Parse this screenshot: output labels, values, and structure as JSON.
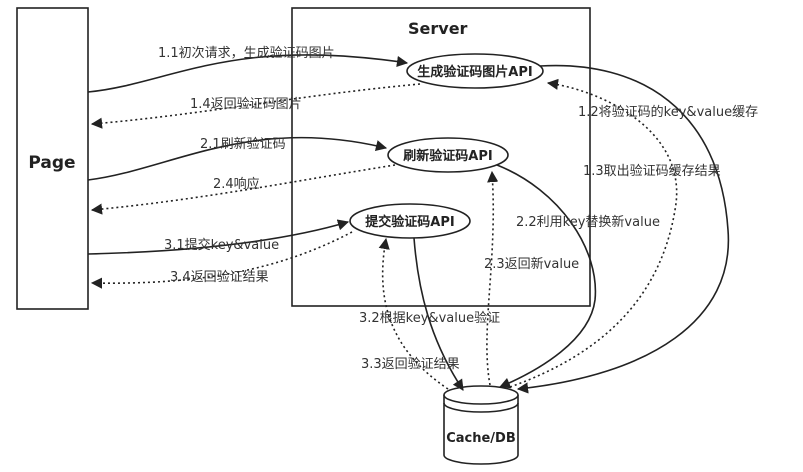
{
  "nodes": {
    "page": "Page",
    "server": "Server",
    "api_generate": "生成验证码图片API",
    "api_refresh": "刷新验证码API",
    "api_submit": "提交验证码API",
    "db": "Cache/DB"
  },
  "edges": {
    "e11": "1.1初次请求，生成验证码图片",
    "e12": "1.2将验证码的key&value缓存",
    "e13": "1.3取出验证码缓存结果",
    "e14": "1.4返回验证码图片",
    "e21": "2.1刷新验证码",
    "e22": "2.2利用key替换新value",
    "e23": "2.3返回新value",
    "e24": "2.4响应",
    "e31": "3.1提交key&value",
    "e32": "3.2根据key&value验证",
    "e33": "3.3返回验证结果",
    "e34": "3.4返回验证结果"
  }
}
